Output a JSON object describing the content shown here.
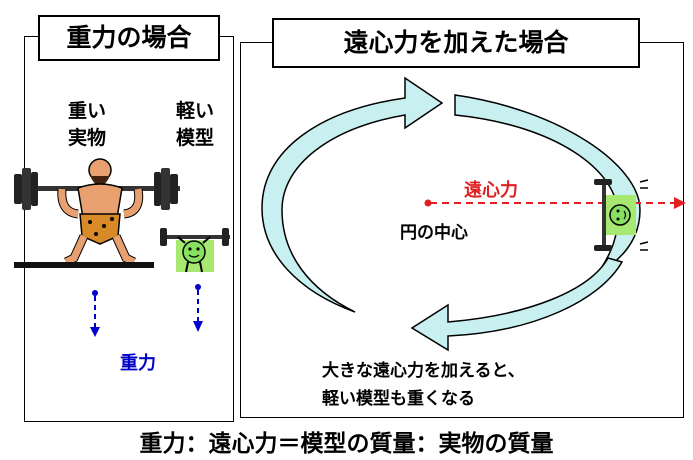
{
  "left_panel": {
    "title": "重力の場合",
    "real_label": [
      "重い",
      "実物"
    ],
    "model_label": [
      "軽い",
      "模型"
    ],
    "gravity_label": "重力"
  },
  "right_panel": {
    "title": "遠心力を加えた場合",
    "centrifugal_label": "遠心力",
    "center_label": "円の中心",
    "note_line1": "大きな遠心力を加えると、",
    "note_line2": "軽い模型も重くなる"
  },
  "formula": "重力：遠心力＝模型の質量：実物の質量",
  "colors": {
    "gravity_arrow": "#0000cc",
    "centrifugal_arrow": "#e02020",
    "rotation_arrow_fill": "#c8f0f0",
    "model_figure": "#88e060",
    "weightlifter_skin": "#e8a070"
  }
}
